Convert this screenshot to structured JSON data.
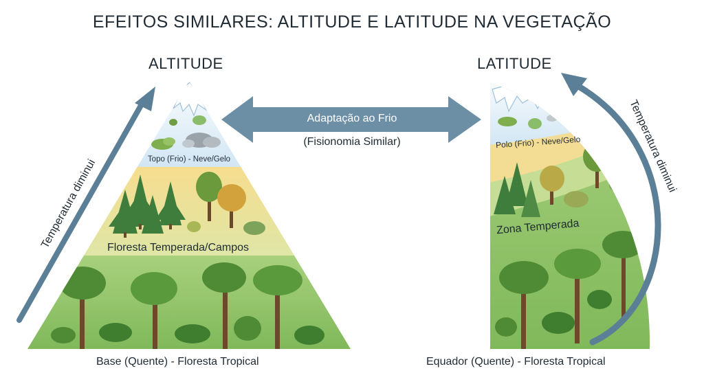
{
  "title": "EFEITOS SIMILARES: ALTITUDE E LATITUDE NA VEGETAÇÃO",
  "altitude": {
    "header": "ALTITUDE",
    "arrow_label": "Temperatura diminui",
    "top_label": "Topo (Frio) - Neve/Gelo",
    "middle_label": "Floresta Temperada/Campos",
    "base_label": "Base (Quente) - Floresta Tropical"
  },
  "latitude": {
    "header": "LATITUDE",
    "arrow_label": "Temperatura diminui",
    "top_label": "Polo (Frio) - Neve/Gelo",
    "middle_label": "Zona Temperada",
    "base_label": "Equador (Quente) - Floresta Tropical"
  },
  "connector": {
    "label": "Adaptação ao Frio",
    "sublabel": "(Fisionomia Similar)"
  },
  "colors": {
    "arrow": "#5a7f96",
    "snow_zone": "#dcecf7",
    "temperate_zone": "#f3dc93",
    "tropical_zone": "#8fc46a",
    "conifer": "#3f7d3c"
  }
}
